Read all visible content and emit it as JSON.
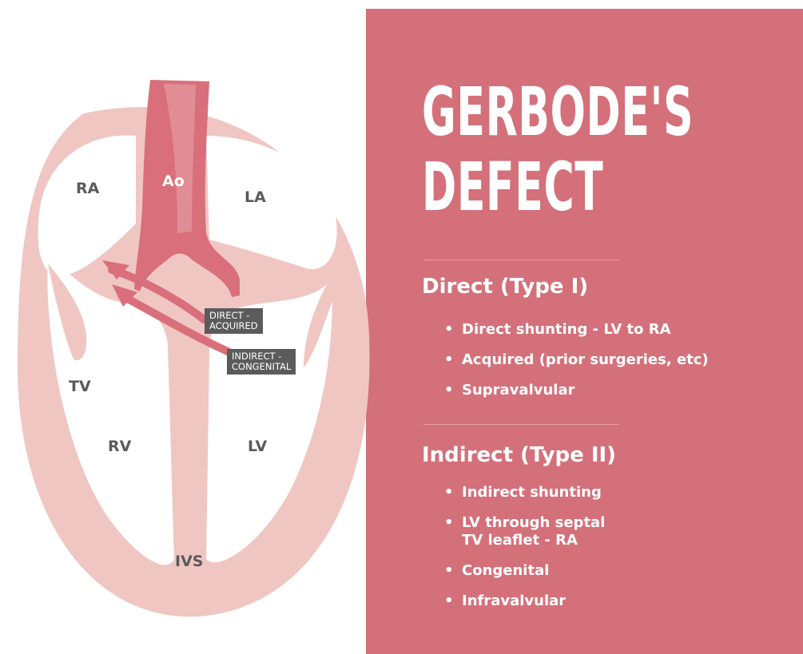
{
  "title": {
    "line1": "GERBODE'S",
    "line2": "DEFECT"
  },
  "sections": [
    {
      "heading": "Direct (Type I)",
      "items": [
        "Direct shunting - LV to RA",
        "Acquired (prior surgeries, etc)",
        "Supravalvular"
      ]
    },
    {
      "heading": "Indirect (Type II)",
      "items": [
        "Indirect shunting",
        "LV through septal\nTV leaflet - RA",
        "Congenital",
        "Infravalvular"
      ]
    }
  ],
  "diagram": {
    "labels": {
      "ra": "RA",
      "ao": "Ao",
      "la": "LA",
      "tv": "TV",
      "rv": "RV",
      "lv": "LV",
      "ivs": "IVS"
    },
    "tags": {
      "direct": "DIRECT -\nACQUIRED",
      "indirect": "INDIRECT -\nCONGENITAL"
    }
  },
  "colors": {
    "panel": "#d4707a",
    "heart_wall": "#f0c6c3",
    "aorta": "#d96f7b",
    "arrow": "#d96f7b",
    "label": "#5a5a5a",
    "tag_bg": "#5b5b5b"
  }
}
